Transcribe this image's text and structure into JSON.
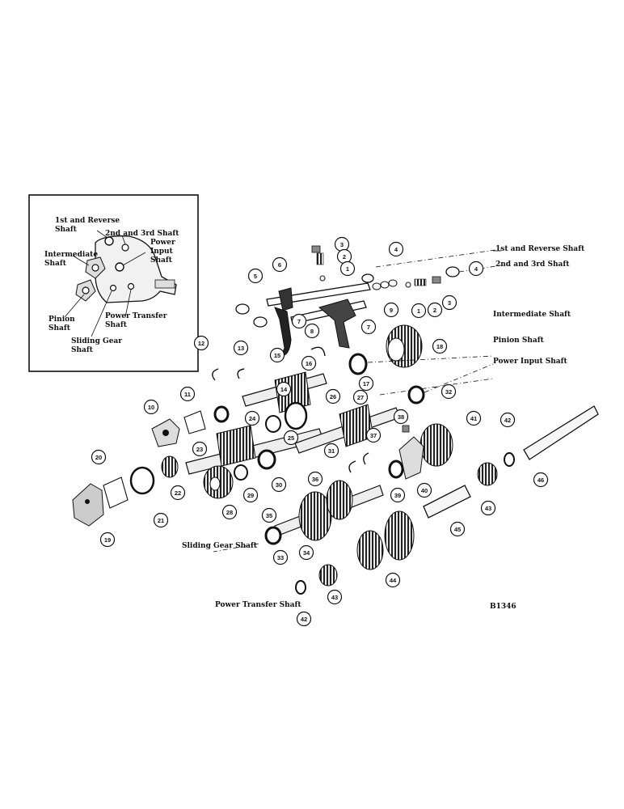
{
  "inset": {
    "labels": {
      "first_reverse": [
        "1st and Reverse",
        "Shaft"
      ],
      "second_third": "2nd and 3rd Shaft",
      "power_input": [
        "Power",
        "Input",
        "Shaft"
      ],
      "intermediate": [
        "Intermediate",
        "Shaft"
      ],
      "pinion": [
        "Pinion",
        "Shaft"
      ],
      "power_transfer": [
        "Power Transfer",
        "Shaft"
      ],
      "sliding_gear": [
        "Sliding Gear",
        "Shaft"
      ]
    }
  },
  "shaft_labels": {
    "first_reverse": "1st and Reverse Shaft",
    "second_third": "2nd and 3rd Shaft",
    "intermediate": "Intermediate Shaft",
    "pinion": "Pinion Shaft",
    "power_input": "Power Input Shaft",
    "sliding_gear": "Sliding Gear Shaft",
    "power_transfer": "Power Transfer Shaft"
  },
  "figure_id": "B1346",
  "callouts": [
    {
      "id": "c3a",
      "n": "3"
    },
    {
      "id": "c2a",
      "n": "2"
    },
    {
      "id": "c1a",
      "n": "1"
    },
    {
      "id": "c4a",
      "n": "4"
    },
    {
      "id": "c4b",
      "n": "4"
    },
    {
      "id": "c5",
      "n": "5"
    },
    {
      "id": "c6",
      "n": "6"
    },
    {
      "id": "c7a",
      "n": "7"
    },
    {
      "id": "c7b",
      "n": "7"
    },
    {
      "id": "c8",
      "n": "8"
    },
    {
      "id": "c9",
      "n": "9"
    },
    {
      "id": "c1b",
      "n": "1"
    },
    {
      "id": "c2b",
      "n": "2"
    },
    {
      "id": "c3b",
      "n": "3"
    },
    {
      "id": "c10",
      "n": "10"
    },
    {
      "id": "c11",
      "n": "11"
    },
    {
      "id": "c12",
      "n": "12"
    },
    {
      "id": "c13",
      "n": "13"
    },
    {
      "id": "c14",
      "n": "14"
    },
    {
      "id": "c15",
      "n": "15"
    },
    {
      "id": "c16",
      "n": "16"
    },
    {
      "id": "c17",
      "n": "17"
    },
    {
      "id": "c18",
      "n": "18"
    },
    {
      "id": "c19",
      "n": "19"
    },
    {
      "id": "c20",
      "n": "20"
    },
    {
      "id": "c21",
      "n": "21"
    },
    {
      "id": "c22",
      "n": "22"
    },
    {
      "id": "c23",
      "n": "23"
    },
    {
      "id": "c24",
      "n": "24"
    },
    {
      "id": "c25",
      "n": "25"
    },
    {
      "id": "c26",
      "n": "26"
    },
    {
      "id": "c27",
      "n": "27"
    },
    {
      "id": "c28",
      "n": "28"
    },
    {
      "id": "c29",
      "n": "29"
    },
    {
      "id": "c30",
      "n": "30"
    },
    {
      "id": "c31",
      "n": "31"
    },
    {
      "id": "c32",
      "n": "32"
    },
    {
      "id": "c33",
      "n": "33"
    },
    {
      "id": "c34",
      "n": "34"
    },
    {
      "id": "c35",
      "n": "35"
    },
    {
      "id": "c36",
      "n": "36"
    },
    {
      "id": "c37",
      "n": "37"
    },
    {
      "id": "c38",
      "n": "38"
    },
    {
      "id": "c39",
      "n": "39"
    },
    {
      "id": "c40",
      "n": "40"
    },
    {
      "id": "c41",
      "n": "41"
    },
    {
      "id": "c42a",
      "n": "42"
    },
    {
      "id": "c42b",
      "n": "42"
    },
    {
      "id": "c43a",
      "n": "43"
    },
    {
      "id": "c43b",
      "n": "43"
    },
    {
      "id": "c44",
      "n": "44"
    },
    {
      "id": "c45",
      "n": "45"
    },
    {
      "id": "c46",
      "n": "46"
    }
  ]
}
